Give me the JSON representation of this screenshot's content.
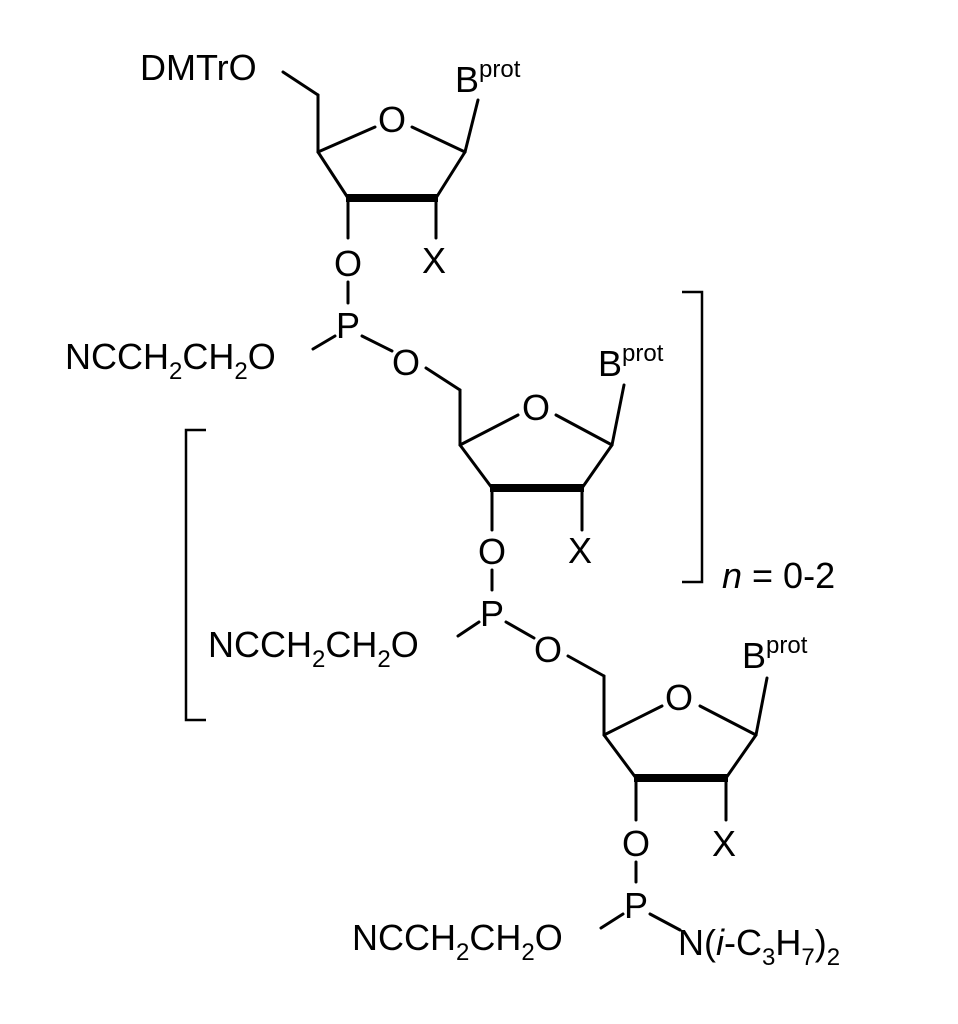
{
  "labels": {
    "dmtr_o": "DMTrO",
    "o": "O",
    "p": "P",
    "x": "X",
    "b": "B",
    "prot": "prot",
    "ncch": "NCCH",
    "ch": "CH",
    "two": "2",
    "amine_n": "N(",
    "amine_i": "i",
    "amine_c": "-C",
    "three": "3",
    "h": "H",
    "seven": "7",
    "close_paren": ")",
    "n": "n",
    "range": " = 0-2"
  }
}
